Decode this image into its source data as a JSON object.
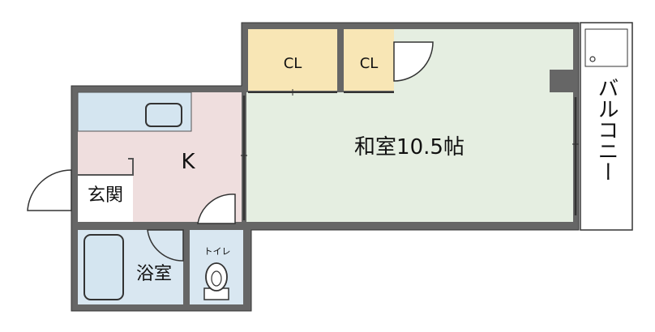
{
  "rooms": {
    "washitsu": {
      "label": "和室10.5帖",
      "color": "#e5eee1"
    },
    "kitchen": {
      "label": "K",
      "color": "#efdede"
    },
    "closet_left": {
      "label": "CL",
      "color": "#f8e6b5"
    },
    "closet_right": {
      "label": "CL",
      "color": "#f8e6b5"
    },
    "genkan": {
      "label": "玄関",
      "color": "#ffffff"
    },
    "bath": {
      "label": "浴室",
      "color": "#d9e7f1"
    },
    "toilet": {
      "label": "トイレ",
      "color": "#d9e7f1"
    },
    "balcony": {
      "label": "バルコニー",
      "color": "#ffffff"
    }
  },
  "colors": {
    "wall": "#666666",
    "wall_outline": "#333333",
    "fixture_blue": "#d4e5f0",
    "line": "#333333"
  }
}
